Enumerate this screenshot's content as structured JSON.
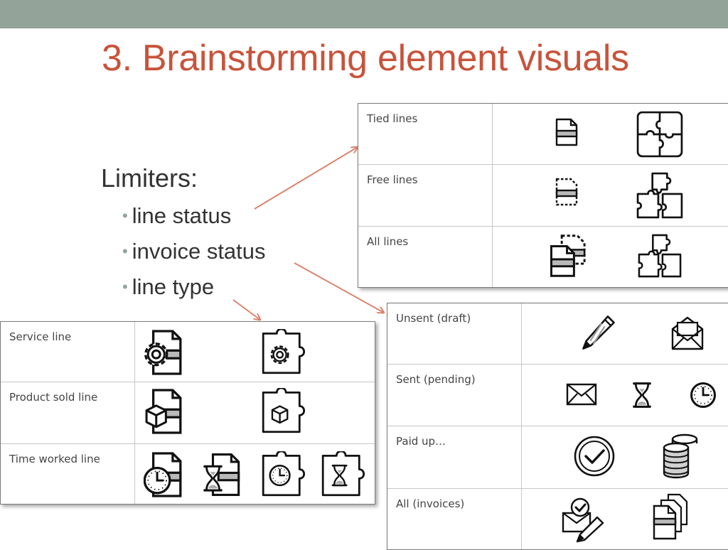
{
  "slide": {
    "title": "3. Brainstorming element visuals",
    "heading": "Limiters:",
    "bullets": [
      "line status",
      "invoice status",
      "line type"
    ]
  },
  "line_status_table": {
    "rows": [
      {
        "label": "Tied lines",
        "icons": [
          "solid-document-icon",
          "solid-puzzle-icon"
        ]
      },
      {
        "label": "Free lines",
        "icons": [
          "dashed-document-icon",
          "split-puzzle-icon"
        ]
      },
      {
        "label": "All lines",
        "icons": [
          "stacked-documents-icon",
          "split-puzzle-icon"
        ]
      }
    ]
  },
  "invoice_status_table": {
    "rows": [
      {
        "label": "Unsent (draft)",
        "icons": [
          "pencil-icon",
          "open-envelope-icon"
        ]
      },
      {
        "label": "Sent (pending)",
        "icons": [
          "envelope-icon",
          "hourglass-icon",
          "clock-icon"
        ]
      },
      {
        "label": "Paid up…",
        "icons": [
          "checkmark-circle-icon",
          "coin-stack-icon"
        ]
      },
      {
        "label": "All (invoices)",
        "icons": [
          "envelope-check-pencil-icon",
          "document-stack-icon"
        ]
      }
    ]
  },
  "line_type_table": {
    "rows": [
      {
        "label": "Service line",
        "icons": [
          "gear-document-icon",
          "gear-puzzle-icon"
        ]
      },
      {
        "label": "Product sold line",
        "icons": [
          "box-document-icon",
          "box-puzzle-icon"
        ]
      },
      {
        "label": "Time worked line",
        "icons": [
          "clock-document-icon",
          "hourglass-document-icon",
          "clock-puzzle-icon",
          "hourglass-puzzle-icon"
        ]
      }
    ]
  },
  "colors": {
    "accent": "#c8533a",
    "topbar": "#94a39a",
    "arrow": "#d9856f",
    "text": "#333333"
  }
}
